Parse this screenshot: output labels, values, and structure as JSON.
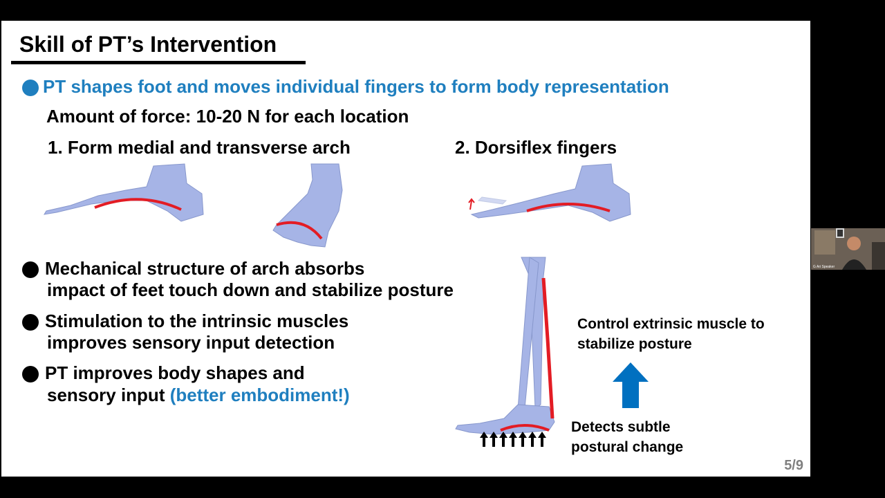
{
  "slide": {
    "title": "Skill of PT’s Intervention",
    "heading": "PT shapes foot and moves individual fingers to form body representation",
    "force_line": "Amount of force: 10-20 N for each location",
    "step1": "1. Form medial and transverse arch",
    "step2": "2. Dorsiflex fingers",
    "bullets": [
      {
        "line1": "Mechanical structure of arch absorbs",
        "line2": "impact of feet touch down and stabilize posture"
      },
      {
        "line1": "Stimulation to the intrinsic muscles",
        "line2": "improves sensory input detection"
      },
      {
        "line1": "PT improves body shapes and",
        "line2_prefix": "sensory input ",
        "line2_highlight": "(better embodiment!)"
      }
    ],
    "control_label": {
      "line1": "Control extrinsic muscle to",
      "line2": "stabilize posture"
    },
    "detect_label": {
      "line1": "Detects subtle",
      "line2": "postural change"
    },
    "page": "5/9"
  },
  "webcam": {
    "label": "G Ari  Speaker"
  },
  "colors": {
    "accent_blue": "#1f7fbf",
    "arch_red": "#e31c24",
    "bone": "#a6b4e6",
    "arrow_blue": "#0070c0"
  },
  "icons": [
    "foot-skeleton-icon",
    "leg-skeleton-icon",
    "up-arrow-icon"
  ]
}
